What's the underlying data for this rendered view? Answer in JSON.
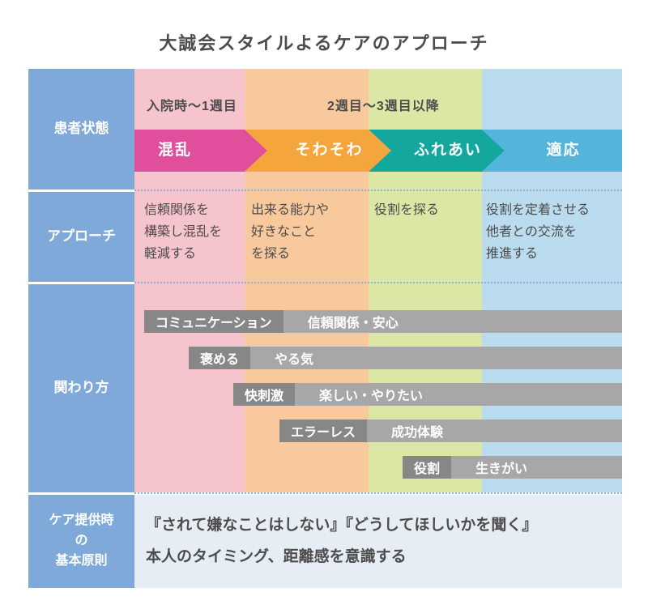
{
  "title": "大誠会スタイルよるケアのアプローチ",
  "colors": {
    "sidebar": "#7EA9D8",
    "bar_label_bg": "#878787",
    "bar_value_bg": "#A7A7A7",
    "principles_bg": "#E6EDF4",
    "separator": "#8EAFD6"
  },
  "sidebar": {
    "rows": [
      {
        "label": "患者状態"
      },
      {
        "label": "アプローチ"
      },
      {
        "label": "関わり方"
      },
      {
        "label": "ケア提供時\nの\n基本原則"
      }
    ]
  },
  "timeline": {
    "phase1": "入院時〜1週目",
    "phase2": "2週目〜3週目以降"
  },
  "stages": [
    {
      "label": "混乱",
      "arrow_color": "#E14F9C",
      "bg": "#F5C4CD"
    },
    {
      "label": "そわそわ",
      "arrow_color": "#F4A63C",
      "bg": "#F7C99D"
    },
    {
      "label": "ふれあい",
      "arrow_color": "#13A79E",
      "bg": "#DBE7A5"
    },
    {
      "label": "適応",
      "arrow_color": "#54B4DC",
      "bg": "#BBDCEF"
    }
  ],
  "approaches": [
    "信頼関係を\n構築し混乱を\n軽減する",
    "出来る能力や\n好きなこと\nを探る",
    "役割を探る",
    "役割を定着させる\n他者との交流を\n推進する"
  ],
  "involvement_bars": [
    {
      "label": "コミュニケーション",
      "value": "信頼関係・安心"
    },
    {
      "label": "褒める",
      "value": "やる気"
    },
    {
      "label": "快刺激",
      "value": "楽しい・やりたい"
    },
    {
      "label": "エラーレス",
      "value": "成功体験"
    },
    {
      "label": "役割",
      "value": "生きがい"
    }
  ],
  "principles": {
    "line1": "『されて嫌なことはしない』『どうしてほしいかを聞く』",
    "line2": "本人のタイミング、距離感を意識する"
  }
}
